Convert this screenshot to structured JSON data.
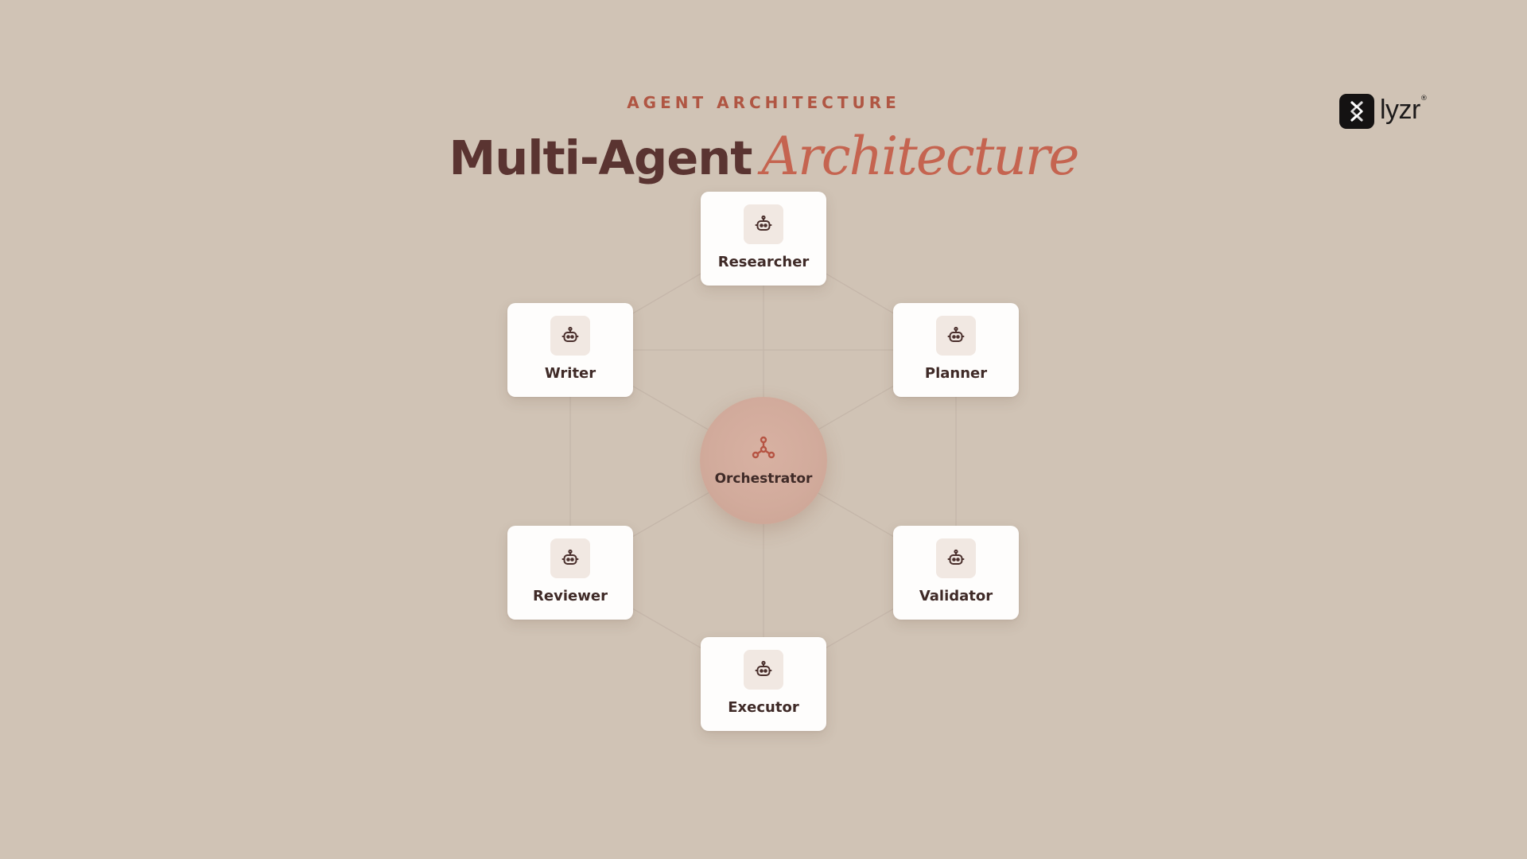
{
  "header": {
    "eyebrow": "AGENT ARCHITECTURE",
    "title_main": "Multi-Agent",
    "title_accent": "Architecture"
  },
  "brand": {
    "logo_text": "lyzr",
    "trademark": "®"
  },
  "diagram": {
    "center": {
      "label": "Orchestrator",
      "icon": "hub-network-icon"
    },
    "agents": [
      {
        "label": "Researcher",
        "icon": "robot-icon"
      },
      {
        "label": "Planner",
        "icon": "robot-icon"
      },
      {
        "label": "Validator",
        "icon": "robot-icon"
      },
      {
        "label": "Executor",
        "icon": "robot-icon"
      },
      {
        "label": "Reviewer",
        "icon": "robot-icon"
      },
      {
        "label": "Writer",
        "icon": "robot-icon"
      }
    ]
  },
  "colors": {
    "background": "#d0c3b5",
    "eyebrow": "#b05643",
    "title": "#5a3431",
    "accent": "#c56450",
    "card": "#fefdfc",
    "orchestrator": "#d2ab9c"
  }
}
